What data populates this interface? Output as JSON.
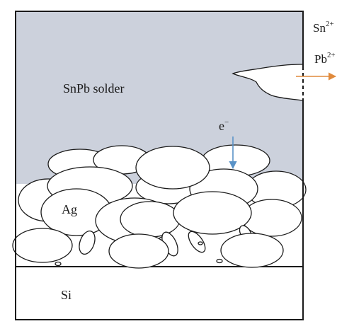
{
  "diagram": {
    "labels": {
      "solder": "SnPb solder",
      "silver": "Ag",
      "silicon": "Si",
      "electron": "e",
      "electron_charge": "−",
      "tin_ion": "Sn",
      "tin_charge": "2+",
      "lead_ion": "Pb",
      "lead_charge": "2+"
    },
    "colors": {
      "solder_fill": "#ccd1dc",
      "outline": "#1a1a1a",
      "electron_arrow": "#5a93c8",
      "ion_arrow": "#e08a3c"
    }
  }
}
